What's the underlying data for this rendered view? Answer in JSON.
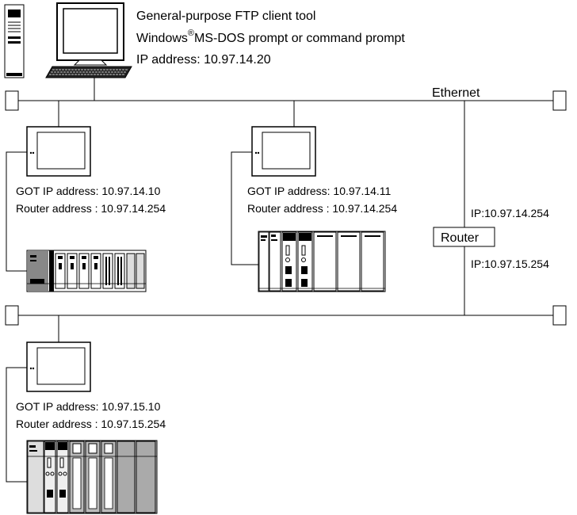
{
  "pc": {
    "line1": "General-purpose FTP client tool",
    "line2_a": "Windows",
    "line2_sup": "®",
    "line2_b": "MS-DOS prompt or command prompt",
    "line3": "IP address: 10.97.14.20"
  },
  "network": {
    "label": "Ethernet"
  },
  "got1": {
    "ip": "GOT IP address: 10.97.14.10",
    "router": "Router address : 10.97.14.254"
  },
  "got2": {
    "ip": "GOT IP address: 10.97.14.11",
    "router": "Router address : 10.97.14.254"
  },
  "got3": {
    "ip": "GOT IP address: 10.97.15.10",
    "router": "Router address : 10.97.15.254"
  },
  "router": {
    "label": "Router",
    "ip_upper": "IP:10.97.14.254",
    "ip_lower": "IP:10.97.15.254"
  }
}
